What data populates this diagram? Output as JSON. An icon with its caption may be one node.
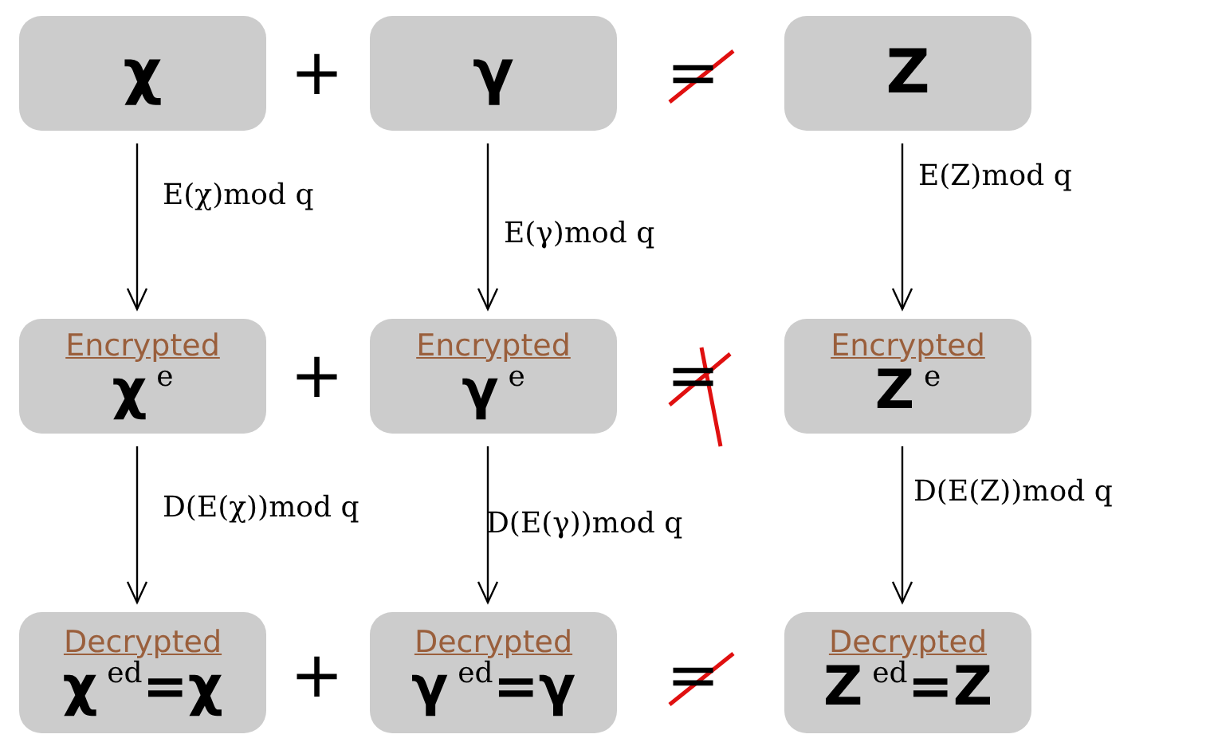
{
  "diagram": {
    "nodes": [
      {
        "text": [
          "χ"
        ]
      },
      {
        "text": [
          "γ"
        ]
      },
      {
        "text": [
          "Z"
        ]
      },
      {
        "text": [
          "Encrypted",
          "χ$^{e}$"
        ]
      },
      {
        "text": [
          "Encrypted",
          "γ$^{e}$"
        ]
      },
      {
        "text": [
          "Encrypted",
          "Z$^{e}$"
        ]
      },
      {
        "text": [
          "Decrypted",
          "χ$^{ed}$=χ"
        ]
      },
      {
        "text": [
          "Decrypted",
          "γ$^{ed}$=γ"
        ]
      },
      {
        "text": [
          "Decrypted",
          "Z$^{ed}$=Z"
        ]
      }
    ],
    "edges": [
      {
        "from": 0,
        "to": 3,
        "arrow": "to",
        "label": "E(χ)mod q"
      },
      {
        "from": 1,
        "to": 4,
        "arrow": "to",
        "label": "E(γ)mod q"
      },
      {
        "from": 2,
        "to": 5,
        "arrow": "to",
        "label": "E(Z)mod q"
      },
      {
        "from": 3,
        "to": 6,
        "arrow": "to",
        "label": "D(E(χ))mod q"
      },
      {
        "from": 4,
        "to": 7,
        "arrow": "to",
        "label": "D(E(γ))mod q"
      },
      {
        "from": 5,
        "to": 8,
        "arrow": "to",
        "label": "D(E(Z))mod q"
      }
    ],
    "labels": [
      "+",
      "=",
      "+",
      "=",
      "+",
      "="
    ]
  }
}
